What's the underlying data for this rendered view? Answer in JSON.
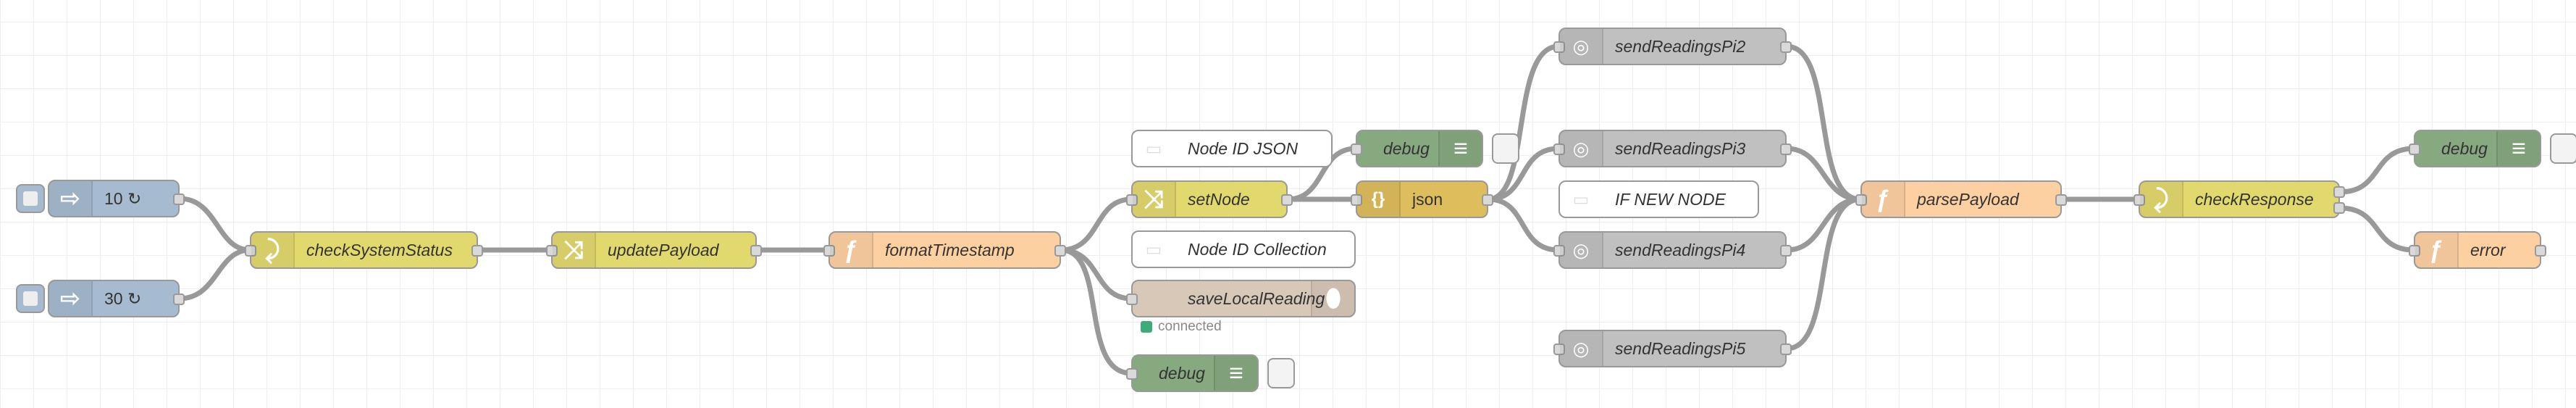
{
  "colors": {
    "canvas": "#ffffff",
    "grid": "#eeeeee",
    "wire": "#999999",
    "inject": "#a6bbcf",
    "switch": "#e2d96e",
    "change": "#e2d96e",
    "function": "#fdd0a2",
    "debug": "#87a980",
    "json": "#debd5c",
    "database": "#d8c8b8",
    "http_request": "#c0c0c0",
    "comment": "#ffffff",
    "status_connected": "#3fab7a"
  },
  "nodes": {
    "inject_10": {
      "label": "10 ↻",
      "type": "inject",
      "icon": "arrow-right-icon"
    },
    "inject_30": {
      "label": "30 ↻",
      "type": "inject",
      "icon": "arrow-right-icon"
    },
    "check_system_status": {
      "label": "checkSystemStatus",
      "type": "switch",
      "icon": "switch-icon"
    },
    "update_payload": {
      "label": "updatePayload",
      "type": "change",
      "icon": "shuffle-icon"
    },
    "format_timestamp": {
      "label": "formatTimestamp",
      "type": "function",
      "icon": "function-icon"
    },
    "set_node": {
      "label": "setNode",
      "type": "change",
      "icon": "shuffle-icon"
    },
    "debug_top": {
      "label": "debug",
      "type": "debug",
      "icon": "list-icon"
    },
    "json": {
      "label": "json",
      "type": "json",
      "icon": "braces-icon"
    },
    "save_local_reading": {
      "label": "saveLocalReading",
      "type": "database",
      "icon": "database-icon",
      "status": "connected"
    },
    "debug_bottom": {
      "label": "debug",
      "type": "debug",
      "icon": "list-icon"
    },
    "send_pi2": {
      "label": "sendReadingsPi2",
      "type": "http_request",
      "icon": "globe-icon"
    },
    "send_pi3": {
      "label": "sendReadingsPi3",
      "type": "http_request",
      "icon": "globe-icon"
    },
    "send_pi4": {
      "label": "sendReadingsPi4",
      "type": "http_request",
      "icon": "globe-icon"
    },
    "send_pi5": {
      "label": "sendReadingsPi5",
      "type": "http_request",
      "icon": "globe-icon"
    },
    "parse_payload": {
      "label": "parsePayload",
      "type": "function",
      "icon": "function-icon"
    },
    "check_response": {
      "label": "checkResponse",
      "type": "switch",
      "icon": "switch-icon"
    },
    "debug_right": {
      "label": "debug",
      "type": "debug",
      "icon": "list-icon"
    },
    "error": {
      "label": "error",
      "type": "function",
      "icon": "function-icon"
    }
  },
  "comments": {
    "node_id_json": {
      "label": "Node ID JSON"
    },
    "node_id_collection": {
      "label": "Node ID Collection"
    },
    "if_new_node": {
      "label": "IF NEW NODE"
    }
  },
  "icons": {
    "arrow": "⇨",
    "switch": "⤸",
    "shuffle": "⤨",
    "function": "ƒ",
    "list": "≡",
    "braces": "{}",
    "globe": "◎",
    "database": "⬮",
    "comment": "▭"
  }
}
